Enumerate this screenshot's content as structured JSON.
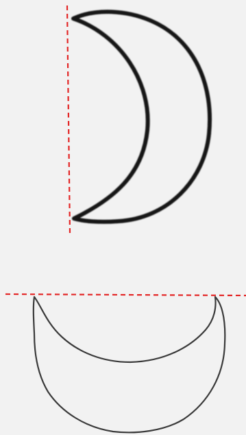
{
  "colors": {
    "background": "#f2f2f2",
    "guide_line": "#e32626",
    "crescent_stroke": "#141414",
    "bowl_stroke": "#3a3a3a"
  },
  "figures": [
    {
      "name": "crescent",
      "description_icon": "crescent-moon-outline"
    },
    {
      "name": "bowl",
      "description_icon": "bowl-crescent-outline"
    }
  ]
}
